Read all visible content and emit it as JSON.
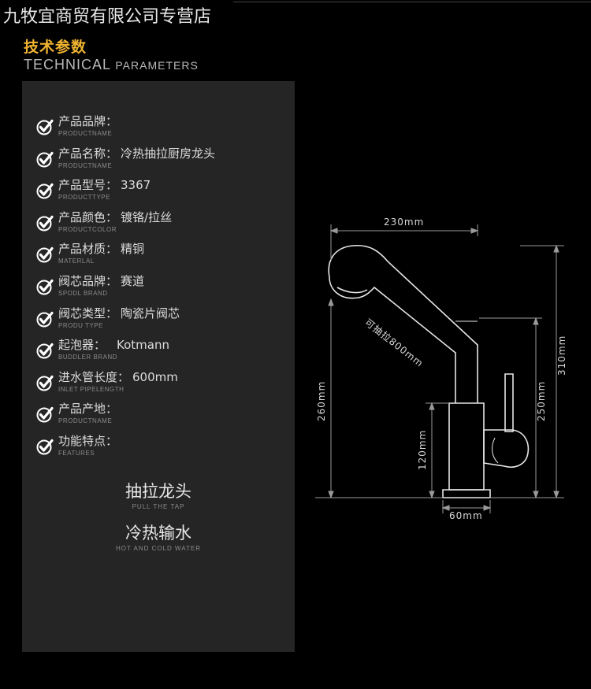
{
  "header": {
    "store_name": "九牧宜商贸有限公司专营店",
    "section_title_cn": "技术参数",
    "section_title_en_large": "TECHNICAL",
    "section_title_en_small": "PARAMETERS"
  },
  "specs": [
    {
      "label": "产品品牌：",
      "value": "",
      "en": "PRODUCTNAME"
    },
    {
      "label": "产品名称：",
      "value": "冷热抽拉厨房龙头",
      "en": "PRODUCTNAME"
    },
    {
      "label": "产品型号：",
      "value": "3367",
      "en": "PRODUCTTYPE"
    },
    {
      "label": "产品颜色：",
      "value": "镀铬/拉丝",
      "en": "PRODUCTCOLOR"
    },
    {
      "label": "产品材质：",
      "value": "精铜",
      "en": "MATERLAL"
    },
    {
      "label": "阀芯品牌：",
      "value": "赛道",
      "en": "SPODL BRAND"
    },
    {
      "label": "阀芯类型：",
      "value": "陶瓷片阀芯",
      "en": "PRODU TYPE"
    },
    {
      "label": "起泡器：",
      "value": "Kotmann",
      "en": "BUDDLER BRAND"
    },
    {
      "label": "进水管长度：",
      "value": "600mm",
      "en": "INLET PIPELENGTH"
    },
    {
      "label": "产品产地：",
      "value": "",
      "en": "PRODUCTNAME"
    },
    {
      "label": "功能特点：",
      "value": "",
      "en": "FEATURES"
    }
  ],
  "features": [
    {
      "cn": "抽拉龙头",
      "en": "PULL THE TAP"
    },
    {
      "cn": "冷热输水",
      "en": "HOT AND COLD WATER"
    }
  ],
  "dimensions": {
    "width_top": "230mm",
    "pull_length": "可抽拉800mm",
    "height_260": "260mm",
    "height_120": "120mm",
    "height_250": "250mm",
    "height_310": "310mm",
    "base_width": "60mm"
  },
  "colors": {
    "accent": "#f0b431",
    "panel": "#252525",
    "background": "#000000"
  }
}
